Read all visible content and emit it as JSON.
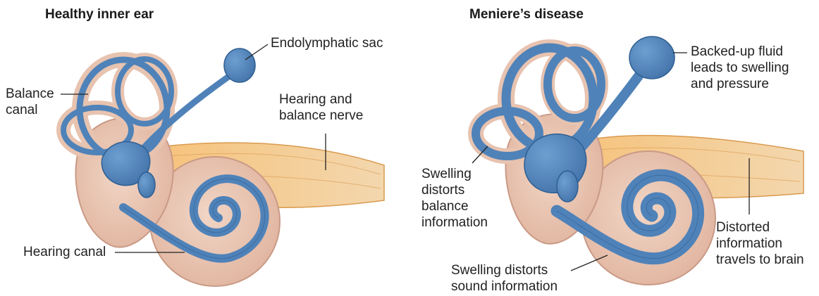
{
  "panels": {
    "healthy": {
      "title": "Healthy inner ear",
      "labels": {
        "endolymphatic_sac": "Endolymphatic sac",
        "balance_canal": [
          "Balance",
          "canal"
        ],
        "nerve": [
          "Hearing and",
          "balance nerve"
        ],
        "hearing_canal": "Hearing canal"
      }
    },
    "meniere": {
      "title": "Meniere’s disease",
      "labels": {
        "backed_up_fluid": [
          "Backed-up fluid",
          "leads to swelling",
          "and pressure"
        ],
        "swelling_balance": [
          "Swelling",
          "distorts",
          "balance",
          "information"
        ],
        "swelling_sound": [
          "Swelling distorts",
          "sound information"
        ],
        "distorted_info": [
          "Distorted",
          "information",
          "travels to brain"
        ]
      }
    }
  },
  "colors": {
    "labyrinth_blue": "#4f82b8",
    "labyrinth_outline": "#2f5f92",
    "tissue_pink": "#e9c4b1",
    "tissue_outline": "#c99a86",
    "nerve_orange": "#efb56b",
    "nerve_outline": "#d99a4e"
  }
}
